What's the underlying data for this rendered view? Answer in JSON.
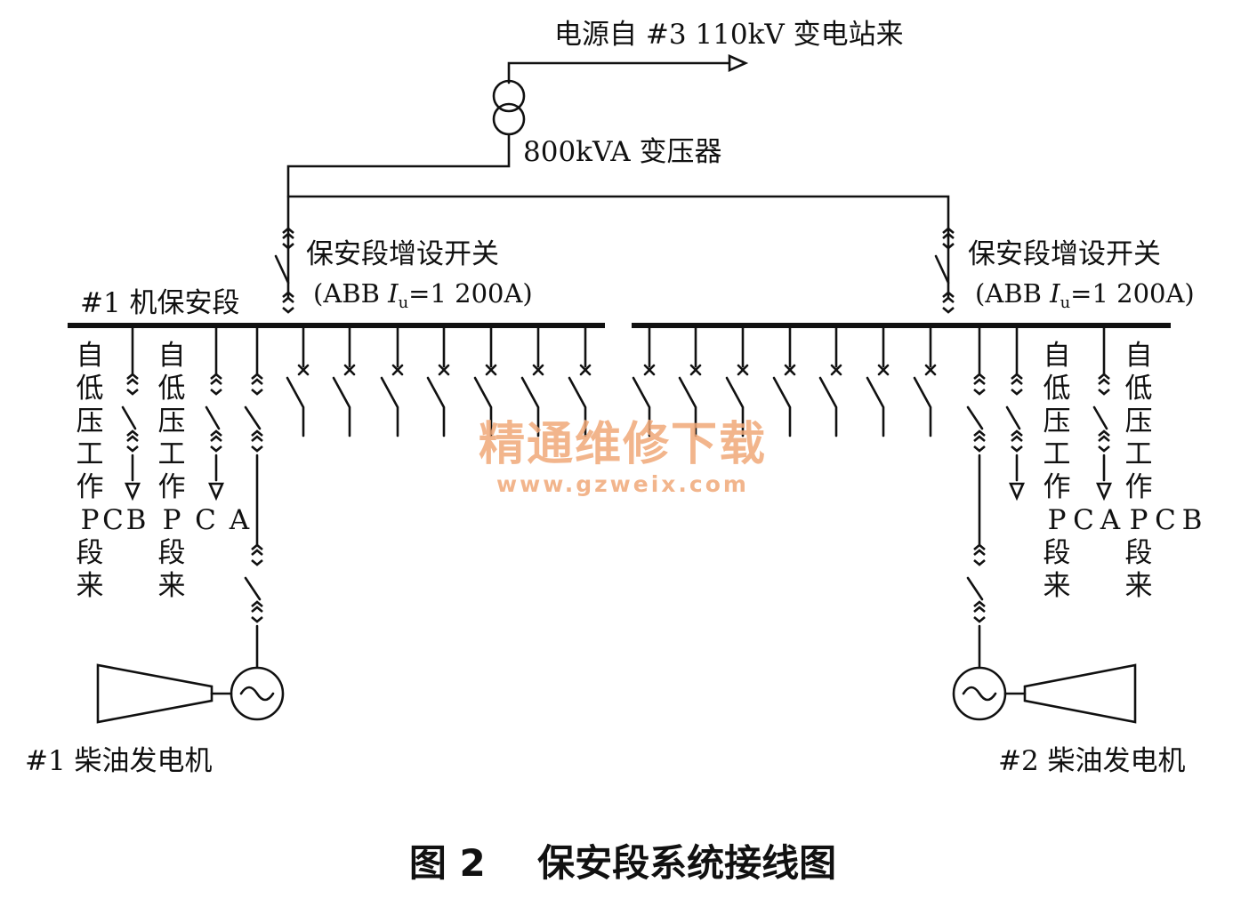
{
  "source_label": "电源自 #3 110kV 变电站来",
  "transformer_label": "800kVA 变压器",
  "left_switch": {
    "label": "保安段增设开关",
    "rating_prefix": "(ABB ",
    "rating_italic": "I",
    "rating_sub": "u",
    "rating_suffix": "=1 200A)"
  },
  "right_switch": {
    "label": "保安段增设开关",
    "rating_prefix": "(ABB ",
    "rating_italic": "I",
    "rating_sub": "u",
    "rating_suffix": "=1 200A)"
  },
  "left_bus_label": "#1 机保安段",
  "feeders": {
    "left_1": "自低压工作PCB段来",
    "left_2": "自低压工作PCA段来",
    "right_1": "自低压工作PCA段来",
    "right_2": "自低压工作PCB段来"
  },
  "generators": {
    "left": "#1 柴油发电机",
    "right": "#2 柴油发电机"
  },
  "watermark": {
    "title": "精通维修下载",
    "url": "www.gzweix.com",
    "color": "#f0a878"
  },
  "caption": "图 2    保安段系统接线图"
}
